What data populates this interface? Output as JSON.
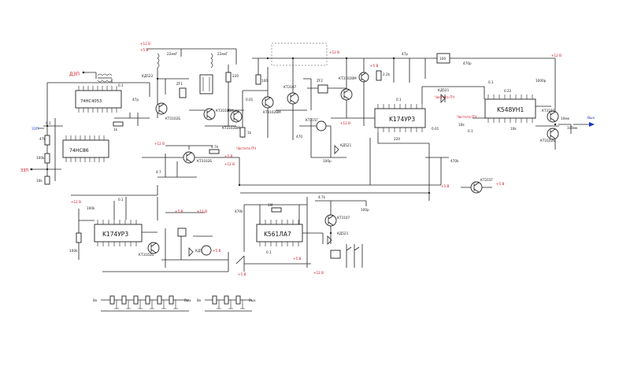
{
  "colors": {
    "line": "#222222",
    "note": "#d0141e",
    "io": "#1536c8",
    "background": "#ffffff"
  },
  "ics": {
    "u1": "74HC4053",
    "u2": "74HC86",
    "u3": "K174УР3",
    "u4": "K548УН1",
    "u5": "K174УР3",
    "u6": "K561ЛА7"
  },
  "io": {
    "left_in": "ДЗП",
    "left_out": "ЗЗП",
    "right_out": "Вых"
  },
  "parts": {
    "l1": "22мкГ",
    "l2": "22мкГ",
    "t1": "КТ3102Б",
    "t2": "КТ3102Б",
    "t3": "КТ3102ВМ",
    "t4": "КТ3102ВМ",
    "t5": "КТ3107",
    "t6": "КТ3102ВМ",
    "t7": "КТ3102ВМ",
    "t8": "КТ3102Б",
    "t9": "КТ3107",
    "t10": "КТ315Г",
    "d1": "КД522",
    "d2": "КД521",
    "d3": "КД521",
    "d4": "КД521",
    "d5": "КД521",
    "zf1": "ZF1",
    "zf2": "ZF2",
    "r1": "10k",
    "r2": "47k",
    "r3": "1k",
    "r4": "100k",
    "r5": "4.7k",
    "r6": "10k",
    "r7": "220",
    "r8": "1k",
    "r9": "100",
    "r10": "10k",
    "r11": "470k",
    "r12": "1M",
    "r13": "2.2k",
    "r14": "10k",
    "r15": "470",
    "r16": "100k",
    "c1": "0.1",
    "c2": "1000p",
    "c3": "0.1",
    "c4": "47p",
    "c5": "0.01",
    "c6": "100p",
    "c7": "0.1",
    "c8": "470p",
    "c9": "0.22",
    "c10": "0.01",
    "c11": "1000p",
    "c12": "10мк",
    "c13": "0.1",
    "c14": "100мк",
    "c15": "4.7",
    "c16": "0.1"
  },
  "notes": {
    "n1": "+12 В",
    "n2": "+5 В",
    "n3": "+12 В",
    "n4": "+5 В",
    "n5": "+12 В",
    "n6": "Частота ПЧ",
    "n7": "Частота ПЧ",
    "n8": "+12 В",
    "n9": "+5 В",
    "n10": "+12 В",
    "n11": "Частота ПЧ",
    "n12": "+12 В",
    "n13": "+5 В",
    "n14": "+5 В",
    "n15": "+12 В",
    "n16": "+5 В",
    "n17": "+12 В",
    "n18": "+5 В"
  },
  "filters": {
    "in_a": "Вх",
    "out_a": "Вых",
    "in_b": "Вх",
    "out_b": "Вых"
  }
}
